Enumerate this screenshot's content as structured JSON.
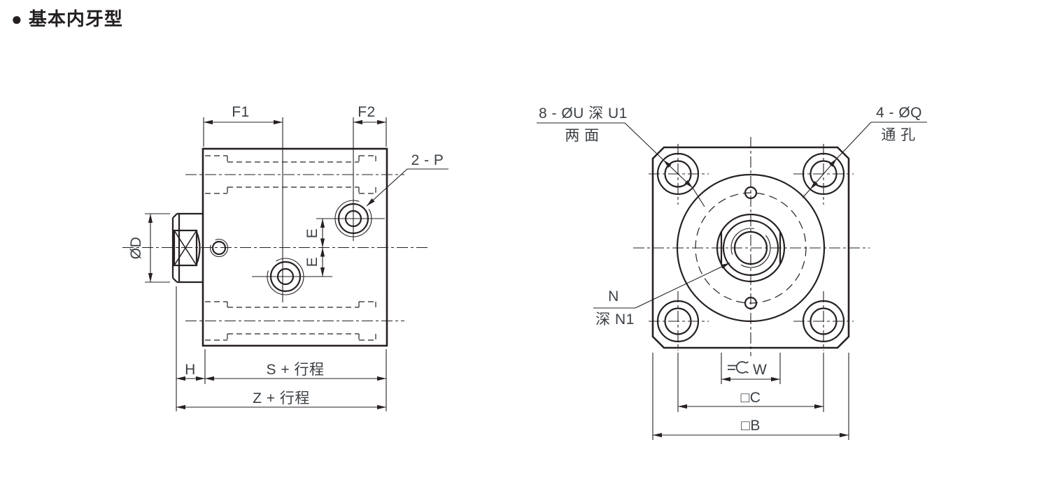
{
  "title": "● 基本内牙型",
  "colors": {
    "line": "#262120",
    "text": "#3b4045"
  },
  "left_view": {
    "f1": "F1",
    "f2": "F2",
    "ports": "2 - P",
    "rod_diameter": "ØD",
    "e_upper": "E",
    "e_lower": "E",
    "h": "H",
    "s_plus_stroke": "S + 行程",
    "z_plus_stroke": "Z + 行程"
  },
  "right_view": {
    "counterbore_holes": "8 - ØU 深 U1",
    "counterbore_note": "两 面",
    "through_holes": "4 - ØQ",
    "through_holes_note": "通 孔",
    "thread": "N",
    "thread_depth": "深 N1",
    "width_across_flats": "W",
    "square_c": "□C",
    "square_b": "□B"
  }
}
